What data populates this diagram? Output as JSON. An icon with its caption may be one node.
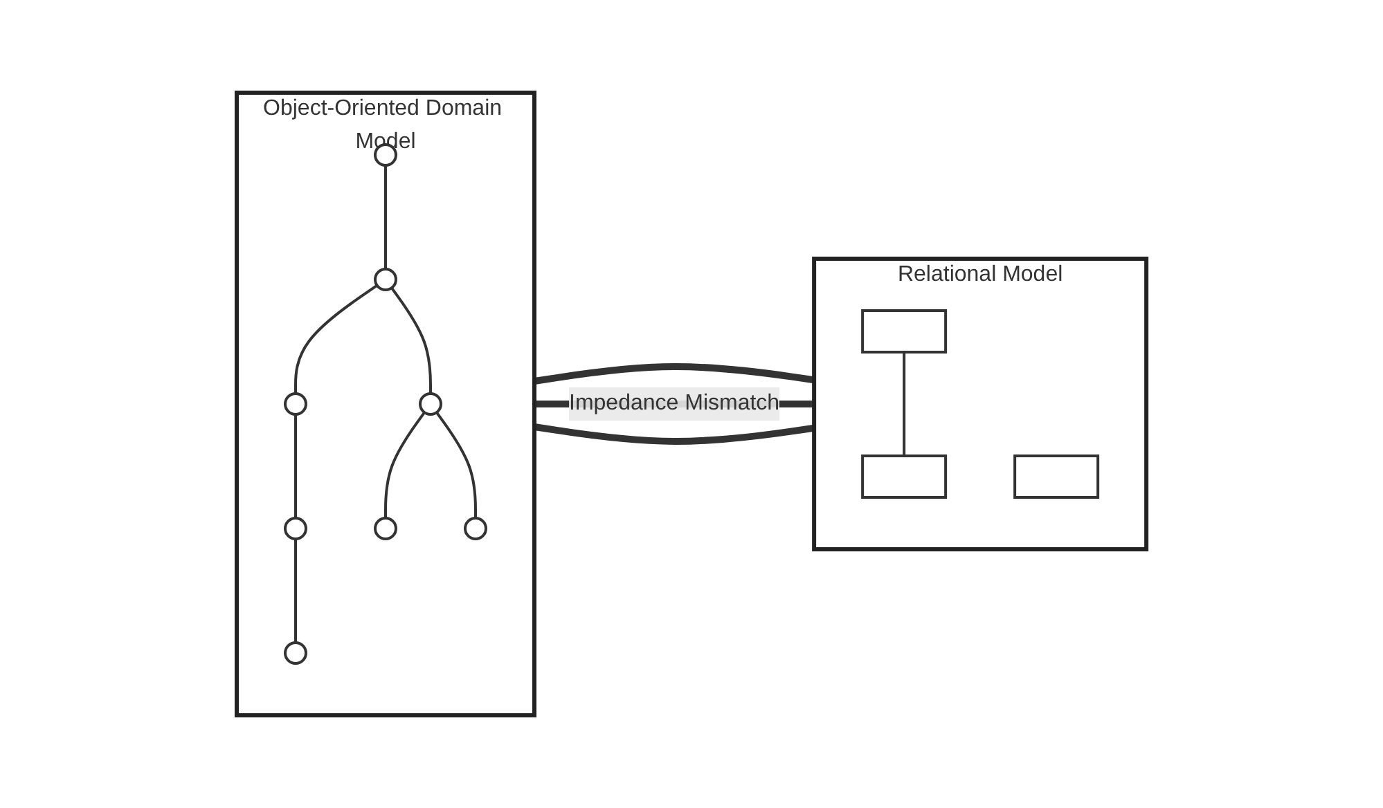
{
  "diagram": {
    "nodes": [
      {
        "text": [
          "Object-Oriented Domain Model"
        ]
      },
      {
        "text": [],
        "shape": "circle",
        "in": 0
      },
      {
        "text": [],
        "shape": "circle",
        "in": 0
      },
      {
        "text": [],
        "shape": "circle",
        "in": 0
      },
      {
        "text": [],
        "shape": "circle",
        "in": 0
      },
      {
        "text": [],
        "shape": "circle",
        "in": 0
      },
      {
        "text": [],
        "shape": "circle",
        "in": 0
      },
      {
        "text": [],
        "shape": "circle",
        "in": 0
      },
      {
        "text": [],
        "shape": "circle",
        "in": 0
      },
      {
        "text": [
          "Relational Model"
        ]
      },
      {
        "text": [],
        "shape": "box",
        "in": 9
      },
      {
        "text": [],
        "shape": "box",
        "in": 9
      },
      {
        "text": [],
        "shape": "box",
        "in": 9
      }
    ],
    "edges": [
      {
        "from": 1,
        "to": 2,
        "arrow": "none"
      },
      {
        "from": 2,
        "to": 3,
        "arrow": "none"
      },
      {
        "from": 2,
        "to": 4,
        "arrow": "none"
      },
      {
        "from": 3,
        "to": 5,
        "arrow": "none"
      },
      {
        "from": 4,
        "to": 7,
        "arrow": "none"
      },
      {
        "from": 4,
        "to": 8,
        "arrow": "none"
      },
      {
        "from": 5,
        "to": 6,
        "arrow": "none"
      },
      {
        "from": 0,
        "to": 9,
        "arrow": "none",
        "style": "thick"
      },
      {
        "from": 0,
        "to": 9,
        "arrow": "none",
        "style": "thick",
        "label": "Impedance Mismatch"
      },
      {
        "from": 0,
        "to": 9,
        "arrow": "none",
        "style": "thick"
      },
      {
        "from": 10,
        "to": 12,
        "arrow": "none"
      }
    ]
  }
}
